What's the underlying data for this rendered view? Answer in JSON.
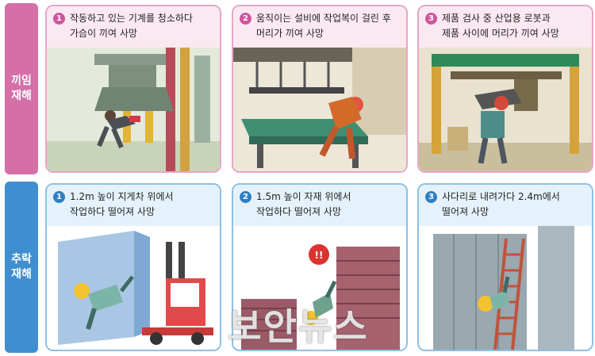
{
  "rows": [
    {
      "label_lines": [
        "끼임",
        "재해"
      ],
      "color": "#d56fa8",
      "cards": [
        {
          "num": "1",
          "lines": [
            "작동하고 있는 기계를 청소하다",
            "가슴이 끼여 사망"
          ]
        },
        {
          "num": "2",
          "lines": [
            "움직이는 설비에 작업복이 걸린 후",
            "머리가 끼여 사망"
          ]
        },
        {
          "num": "3",
          "lines": [
            "제품 검사 중 산업용 로봇과",
            "제품 사이에 머리가 끼여 사망"
          ]
        }
      ]
    },
    {
      "label_lines": [
        "추락",
        "재해"
      ],
      "color": "#3f8fd0",
      "cards": [
        {
          "num": "1",
          "lines": [
            "1.2m 높이 지게차 위에서",
            "작업하다 떨어져 사망"
          ]
        },
        {
          "num": "2",
          "lines": [
            "1.5m 높이 자재 위에서",
            "작업하다 떨어져 사망"
          ]
        },
        {
          "num": "3",
          "lines": [
            "사다리로 내려가다 2.4m에서",
            "떨어져 사망"
          ]
        }
      ]
    }
  ],
  "scene_text": {
    "alert": "!!"
  },
  "watermark": "보안뉴스",
  "colors": {
    "pink": "#d56fa8",
    "blue": "#3f8fd0",
    "worker": "#c0582c",
    "helmet": "#f2c230"
  }
}
